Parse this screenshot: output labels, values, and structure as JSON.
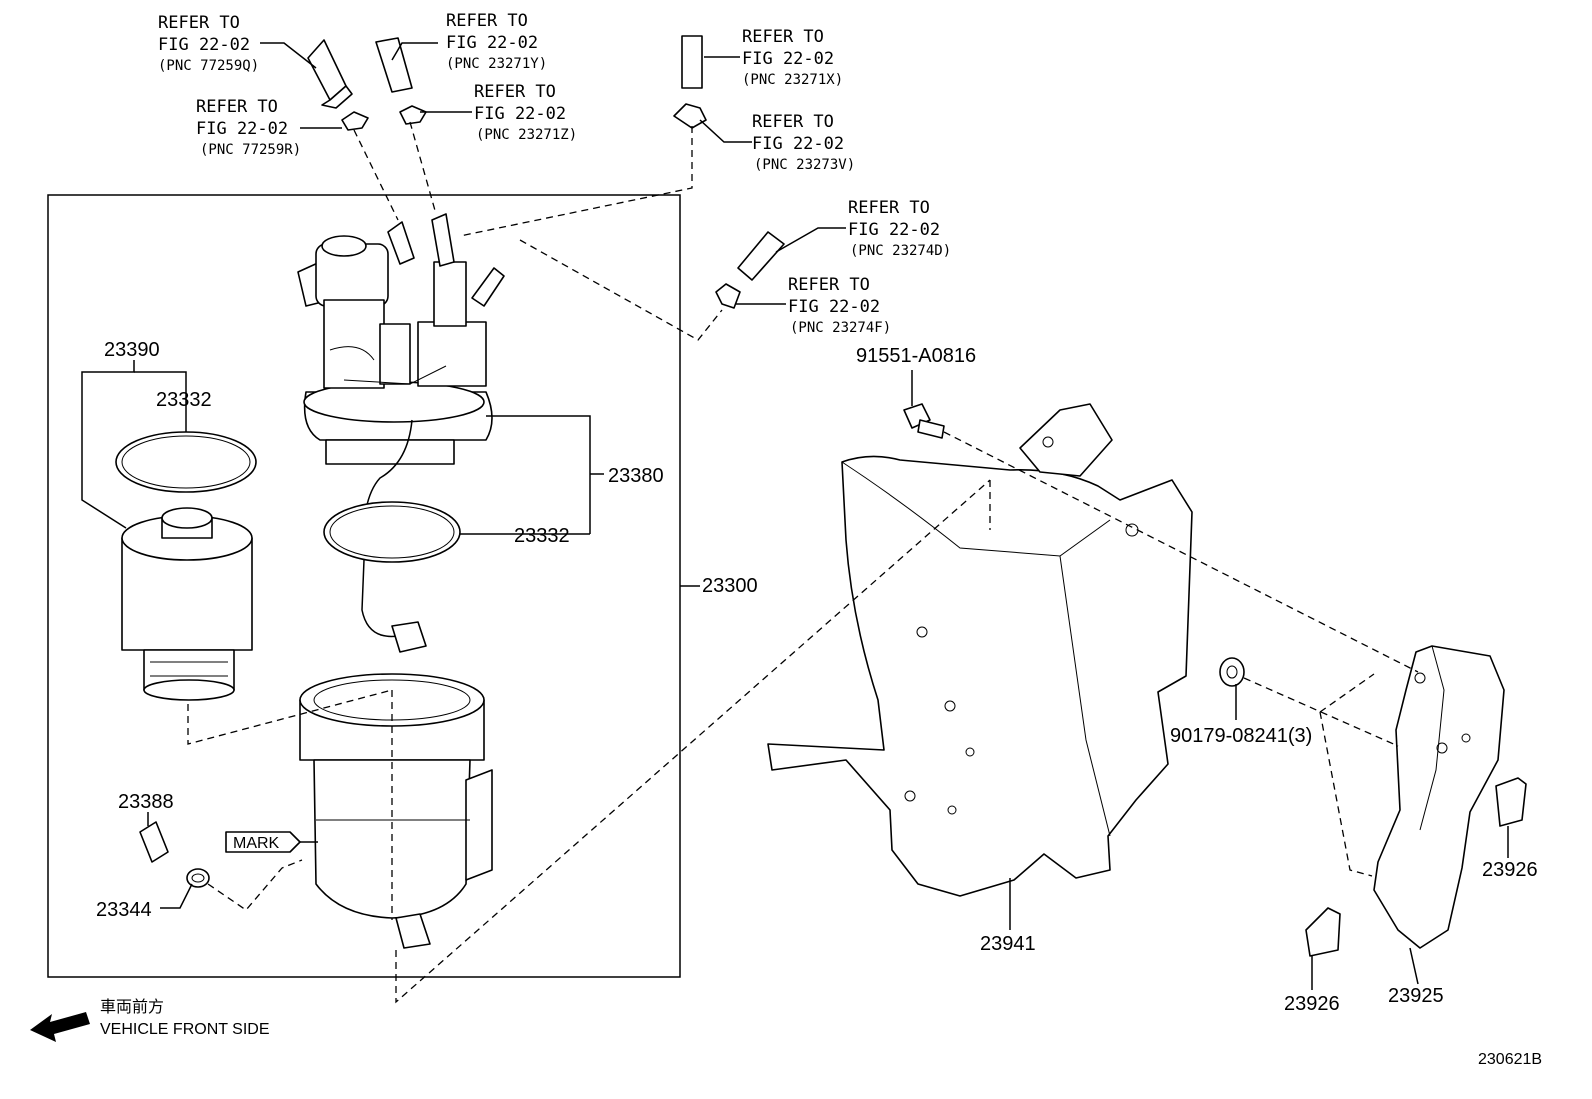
{
  "refs": [
    {
      "line1": "REFER TO",
      "line2": "FIG 22-02",
      "pnc": "(PNC 77259Q)"
    },
    {
      "line1": "REFER TO",
      "line2": "FIG 22-02",
      "pnc": "(PNC 23271Y)"
    },
    {
      "line1": "REFER TO",
      "line2": "FIG 22-02",
      "pnc": "(PNC 23271X)"
    },
    {
      "line1": "REFER TO",
      "line2": "FIG 22-02",
      "pnc": "(PNC 77259R)"
    },
    {
      "line1": "REFER TO",
      "line2": "FIG 22-02",
      "pnc": "(PNC 23271Z)"
    },
    {
      "line1": "REFER TO",
      "line2": "FIG 22-02",
      "pnc": "(PNC 23273V)"
    },
    {
      "line1": "REFER TO",
      "line2": "FIG 22-02",
      "pnc": "(PNC 23274D)"
    },
    {
      "line1": "REFER TO",
      "line2": "FIG 22-02",
      "pnc": "(PNC 23274F)"
    }
  ],
  "parts": {
    "p23390": "23390",
    "p23332a": "23332",
    "p23332b": "23332",
    "p23380": "23380",
    "p23300": "23300",
    "p23388": "23388",
    "p23344": "23344",
    "mark": "MARK",
    "p91551": "91551-A0816",
    "p90179": "90179-08241(3)",
    "p23941": "23941",
    "p23926a": "23926",
    "p23926b": "23926",
    "p23925": "23925"
  },
  "footer": {
    "jp": "車両前方",
    "en": "VEHICLE FRONT SIDE",
    "code": "230621B"
  }
}
